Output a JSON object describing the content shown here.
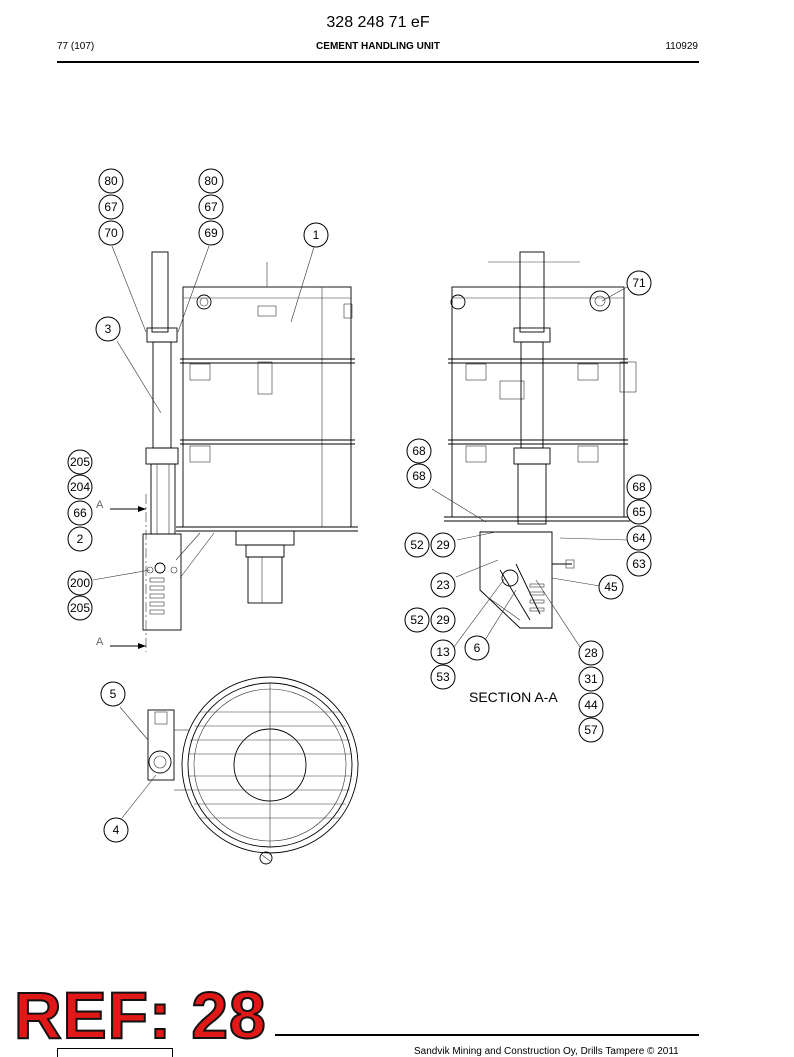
{
  "header": {
    "doc_number": "328 248 71 eF",
    "page": "77 (107)",
    "title": "CEMENT HANDLING UNIT",
    "date": "110929"
  },
  "drawing": {
    "section_label": "SECTION A-A",
    "view_marker": "A",
    "callouts_left": [
      "80",
      "67",
      "70",
      "80",
      "67",
      "69",
      "1",
      "3",
      "205",
      "204",
      "66",
      "2",
      "200",
      "205",
      "5",
      "4"
    ],
    "callouts_right": [
      "71",
      "68",
      "68",
      "68",
      "65",
      "64",
      "63",
      "52",
      "29",
      "23",
      "45",
      "52",
      "29",
      "6",
      "13",
      "28",
      "53",
      "31",
      "44",
      "57"
    ]
  },
  "stamp": {
    "text": "REF: 28"
  },
  "footer": {
    "copyright": "Sandvik Mining and Construction Oy, Drills Tampere © 2011"
  }
}
